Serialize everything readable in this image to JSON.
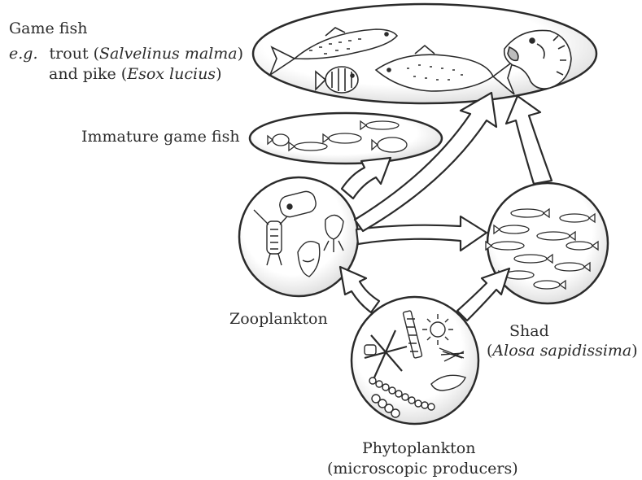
{
  "labels": {
    "game_fish_title": "Game fish",
    "game_fish_eg": "e.g.",
    "game_fish_trout_pre": "trout (",
    "game_fish_trout_sci": "Salvelinus malma",
    "game_fish_trout_post": ")",
    "game_fish_pike_pre": "and pike (",
    "game_fish_pike_sci": "Esox lucius",
    "game_fish_pike_post": ")",
    "immature_game_fish": "Immature game fish",
    "zooplankton": "Zooplankton",
    "shad": "Shad",
    "shad_sci_open": "(",
    "shad_sci": "Alosa sapidissima",
    "shad_sci_close": ")",
    "phytoplankton": "Phytoplankton",
    "phytoplankton_desc": "(microscopic producers)"
  },
  "nodes": [
    {
      "id": "game-fish",
      "shape": "ellipse"
    },
    {
      "id": "immature-game-fish",
      "shape": "ellipse"
    },
    {
      "id": "zooplankton",
      "shape": "circle"
    },
    {
      "id": "shad",
      "shape": "circle"
    },
    {
      "id": "phytoplankton",
      "shape": "circle"
    }
  ],
  "edges": [
    {
      "from": "phytoplankton",
      "to": "zooplankton"
    },
    {
      "from": "phytoplankton",
      "to": "shad"
    },
    {
      "from": "zooplankton",
      "to": "shad"
    },
    {
      "from": "zooplankton",
      "to": "immature-game-fish"
    },
    {
      "from": "zooplankton",
      "to": "game-fish"
    },
    {
      "from": "shad",
      "to": "game-fish"
    }
  ],
  "colors": {
    "ink": "#2b2b2b",
    "fill": "#ffffff",
    "shade": "#d6d6d6"
  }
}
